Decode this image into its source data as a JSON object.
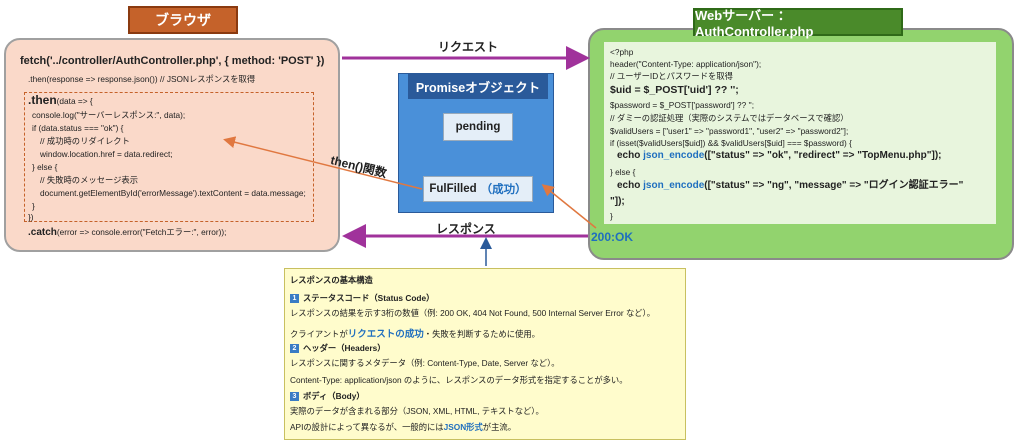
{
  "browser": {
    "title": "ブラウザ",
    "lines": [
      {
        "text": "fetch('../controller/AuthController.php', { method: 'POST' })",
        "style": "big"
      },
      {
        "text": ".then(response => response.json()) // JSONレスポンスを取得"
      },
      {
        "text_a": ".then",
        "text_b": "(data => {"
      },
      {
        "text": "console.log(\"サーバーレスポンス:\", data);"
      },
      {
        "text": "if (data.status === \"ok\") {"
      },
      {
        "text": "// 成功時のリダイレクト"
      },
      {
        "text": "window.location.href = data.redirect;"
      },
      {
        "text": "} else {"
      },
      {
        "text": "// 失敗時のメッセージ表示"
      },
      {
        "text": "document.getElementById('errorMessage').textContent = data.message;"
      },
      {
        "text": "}"
      },
      {
        "text": "})"
      },
      {
        "text_a": ".catch",
        "text_b": "(error => console.error(\"Fetchエラー:\", error));"
      }
    ]
  },
  "server": {
    "title": "Webサーバー ： AuthController.php",
    "lines": [
      {
        "text": "<?php"
      },
      {
        "text": "header(\"Content-Type: application/json\");"
      },
      {
        "text": "// ユーザーIDとパスワードを取得"
      },
      {
        "text": "$uid = $_POST['uid'] ?? '';",
        "style": "big"
      },
      {
        "text": "$password = $_POST['password'] ?? '';"
      },
      {
        "text": "// ダミーの認証処理（実際のシステムではデータベースで確認）"
      },
      {
        "text": "$validUsers = [\"user1\" => \"password1\", \"user2\" => \"password2\"];"
      },
      {
        "text": "if (isset($validUsers[$uid]) && $validUsers[$uid] === $password) {"
      },
      {
        "text_a": "echo ",
        "text_kw": "json_encode",
        "text_b": "([\"status\" => \"ok\", \"redirect\" => \"TopMenu.php\"]);",
        "style": "big"
      },
      {
        "text": "} else {"
      },
      {
        "text_a": "echo ",
        "text_kw": "json_encode",
        "text_b": "([\"status\" => \"ng\", \"message\" => \"ログイン認証エラー\"",
        "style": "big"
      },
      {
        "text": "\"]);",
        "style": "big"
      },
      {
        "text": "}"
      }
    ]
  },
  "promise": {
    "title": "Promiseオブジェクト",
    "pending": "pending",
    "fulfilled": "FulFilled",
    "fulfilled_note": "（成功）"
  },
  "arrows": {
    "request": "リクエスト",
    "response": "レスポンス",
    "then": "then()関数",
    "status": "200:OK"
  },
  "info": {
    "heading": "レスポンスの基本構造",
    "items": [
      {
        "num": "1",
        "title": "ステータスコード（Status Code）"
      },
      {
        "text": "レスポンスの結果を示す3桁の数値（例: 200 OK, 404 Not Found, 500 Internal Server Error など）。"
      },
      {
        "text_a": "クライアントが",
        "hl": "リクエストの成功",
        "text_b": "・失敗を判断するために使用。"
      },
      {
        "num": "2",
        "title": "ヘッダー（Headers）"
      },
      {
        "text": "レスポンスに関するメタデータ（例: Content-Type, Date, Server など）。"
      },
      {
        "text": "Content-Type: application/json のように、レスポンスのデータ形式を指定することが多い。"
      },
      {
        "num": "3",
        "title": "ボディ（Body）"
      },
      {
        "text": "実際のデータが含まれる部分（JSON, XML, HTML, テキストなど）。"
      },
      {
        "text_a": "APIの設計によって異なるが、一般的には",
        "hl": "JSON形式",
        "text_b": "が主流。"
      }
    ]
  },
  "colors": {
    "arrow_purple": "#a0329b",
    "arrow_orange": "#e07840",
    "accent_blue": "#1f6fbf"
  }
}
